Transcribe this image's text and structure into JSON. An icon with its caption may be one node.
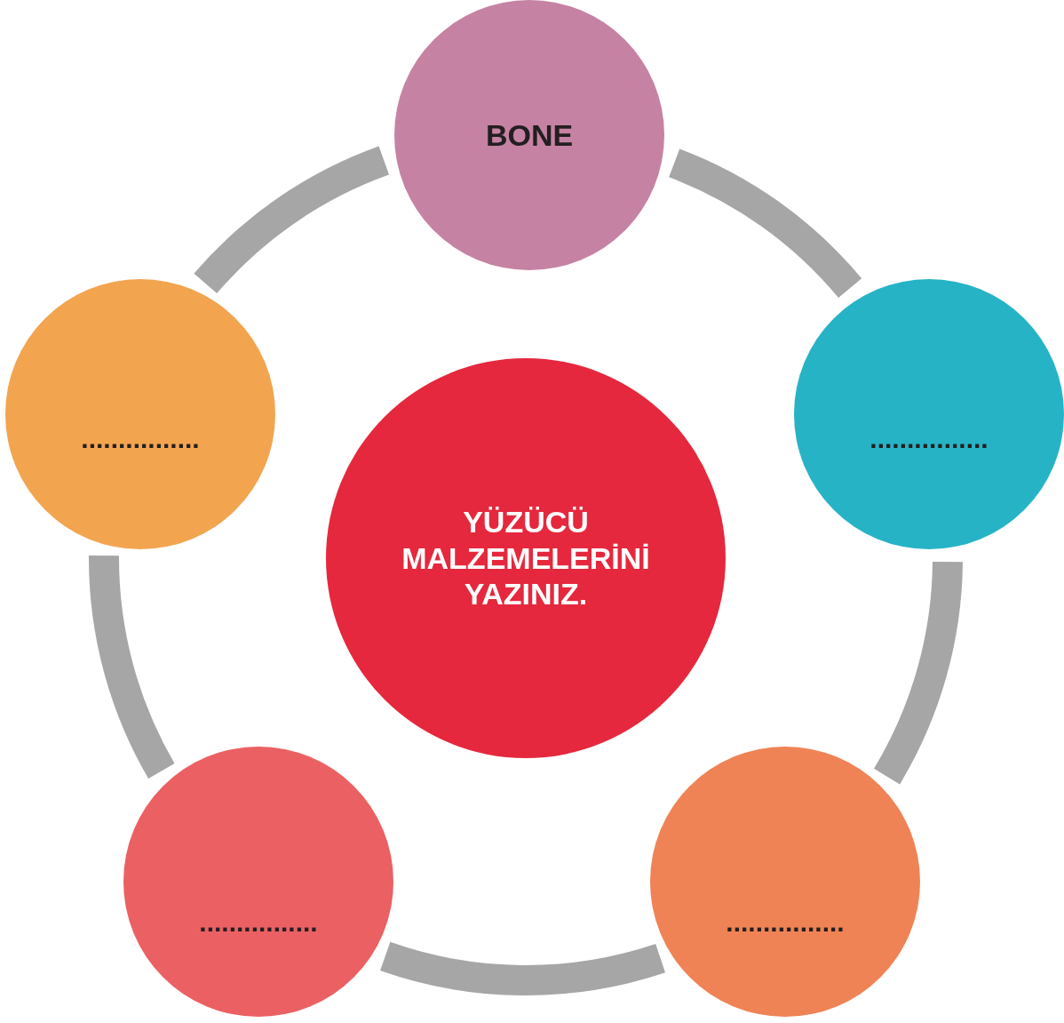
{
  "diagram": {
    "nodes": [
      {
        "text": [
          "BONE"
        ]
      },
      {
        "text": [
          "................"
        ]
      },
      {
        "text": [
          "................"
        ]
      },
      {
        "text": [
          "YÜZÜCÜ MALZEMELERİNİ YAZINIZ."
        ]
      },
      {
        "text": [
          "................"
        ]
      },
      {
        "text": [
          "................"
        ]
      }
    ],
    "edges": [
      {
        "from": 0,
        "to": 2,
        "arrow": "none"
      },
      {
        "from": 2,
        "to": 5,
        "arrow": "none"
      },
      {
        "from": 5,
        "to": 4,
        "arrow": "none"
      },
      {
        "from": 4,
        "to": 1,
        "arrow": "none"
      },
      {
        "from": 1,
        "to": 0,
        "arrow": "none"
      }
    ]
  }
}
